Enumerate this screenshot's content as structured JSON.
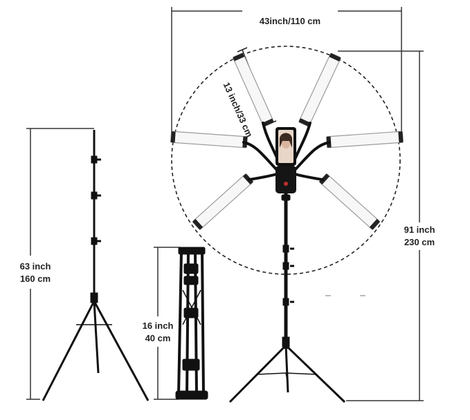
{
  "dimensions": {
    "width_span": "43inch/110 cm",
    "tube_length": "13 inch/33 cm",
    "overall_height_inch": "91 inch",
    "overall_height_cm": "230 cm",
    "stand_height_inch": "63 inch",
    "stand_height_cm": "160 cm",
    "folded_length_inch": "16 inch",
    "folded_length_cm": "40 cm"
  },
  "colors": {
    "stand": "#111111",
    "panel_fill": "#f7f7f7",
    "panel_edge": "#9a9a9a",
    "dim_line": "#333333"
  }
}
